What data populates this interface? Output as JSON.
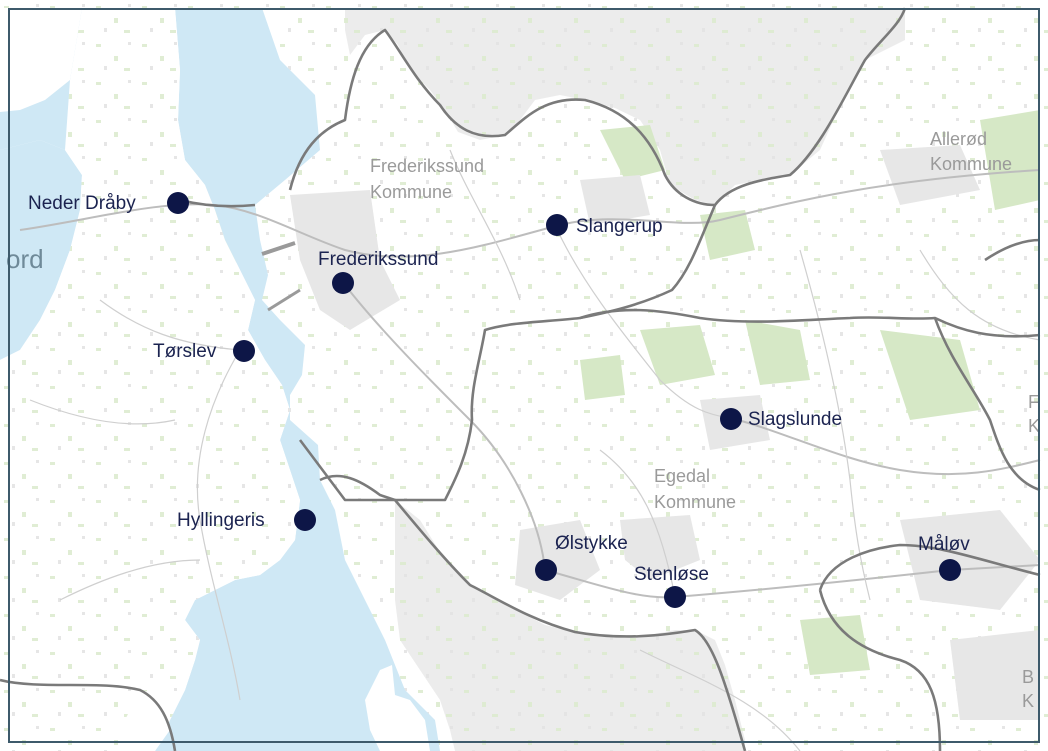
{
  "map": {
    "colors": {
      "water": "#cfe8f5",
      "land": "#ffffff",
      "outside": "#ececec",
      "forest": "#d6e8c6",
      "urban": "#e7e7e7",
      "border": "#7a7a7a",
      "marker": "#0d1647",
      "frame": "#3d5a6b"
    },
    "regions": [
      {
        "id": "frederikssund",
        "lines": [
          "Frederikssund",
          "Kommune"
        ]
      },
      {
        "id": "allerod",
        "lines": [
          "Allerød",
          "Kommune"
        ]
      },
      {
        "id": "egedal",
        "lines": [
          "Egedal",
          "Kommune"
        ]
      },
      {
        "id": "right-edge",
        "lines": [
          "F",
          "K"
        ]
      },
      {
        "id": "bottom-right-edge",
        "lines": [
          "B",
          "K"
        ]
      }
    ],
    "water_labels": [
      {
        "id": "fjord-fragment",
        "text": "ord"
      }
    ],
    "places": [
      {
        "id": "neder-draby",
        "name": "Neder Dråby"
      },
      {
        "id": "frederikssund",
        "name": "Frederikssund"
      },
      {
        "id": "slangerup",
        "name": "Slangerup"
      },
      {
        "id": "torslev",
        "name": "Tørslev"
      },
      {
        "id": "slagslunde",
        "name": "Slagslunde"
      },
      {
        "id": "hyllingeris",
        "name": "Hyllingeris"
      },
      {
        "id": "olstykke",
        "name": "Ølstykke"
      },
      {
        "id": "stenlose",
        "name": "Stenløse"
      },
      {
        "id": "malov",
        "name": "Måløv"
      }
    ]
  }
}
